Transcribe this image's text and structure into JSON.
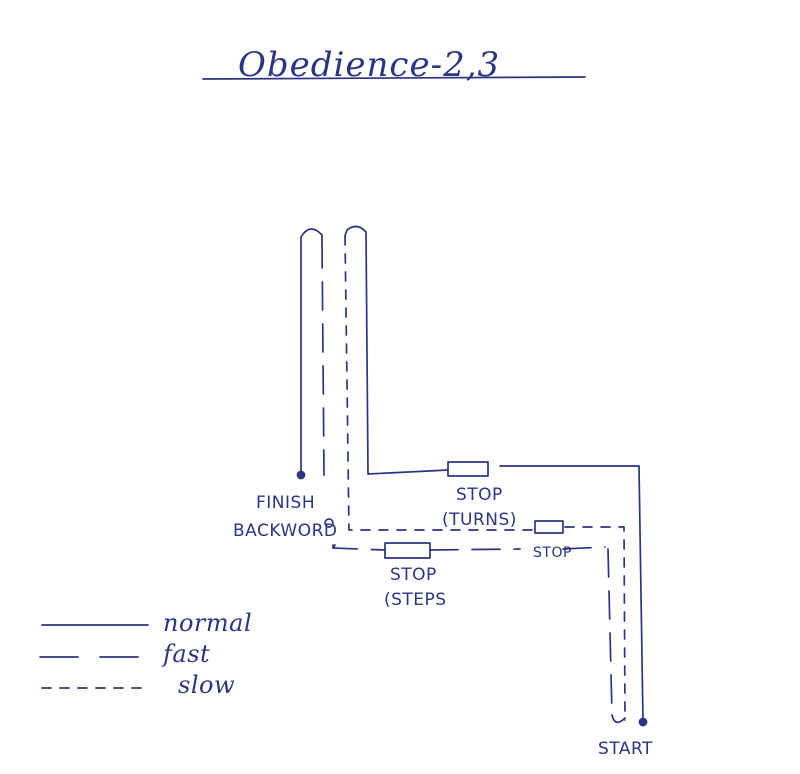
{
  "title": "Obedience-2,3",
  "labels": {
    "finish_line1": "FINISH",
    "finish_line2": "BACKWORD",
    "stop_turns_line1": "STOP",
    "stop_turns_line2": "(TURNS)",
    "stop_small": "STOP",
    "stop_steps_line1": "STOP",
    "stop_steps_line2": "(STEPS",
    "start": "START"
  },
  "legend": {
    "normal": "normal",
    "fast": "fast",
    "slow": "slow"
  },
  "colors": {
    "ink": "#2b3580",
    "paper": "#ffffff"
  }
}
